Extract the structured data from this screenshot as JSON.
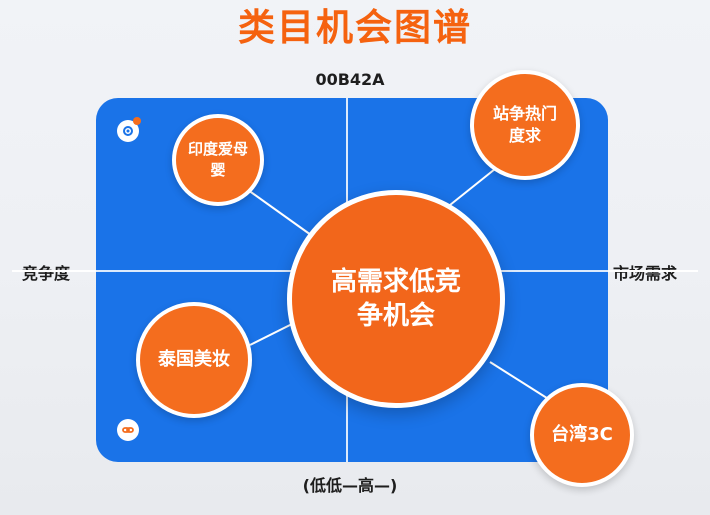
{
  "title": "类目机会图谱",
  "colors": {
    "title": "#f5620f",
    "panel": "#1a73e8",
    "bubble": "#f46d1e",
    "center_bubble": "#f2661b"
  },
  "axes": {
    "top": "00B42A",
    "left": "竞争度",
    "right": "市场需求",
    "bottom": "(低低—高—)"
  },
  "bubbles": {
    "india": "印度爱母婴",
    "hot": "站争热门度求",
    "center": "高需求低竞争机会",
    "thai": "泰国美妆",
    "tw": "台湾3C"
  },
  "icons": {
    "top_left": "gear-icon",
    "bottom_left": "link-icon"
  }
}
